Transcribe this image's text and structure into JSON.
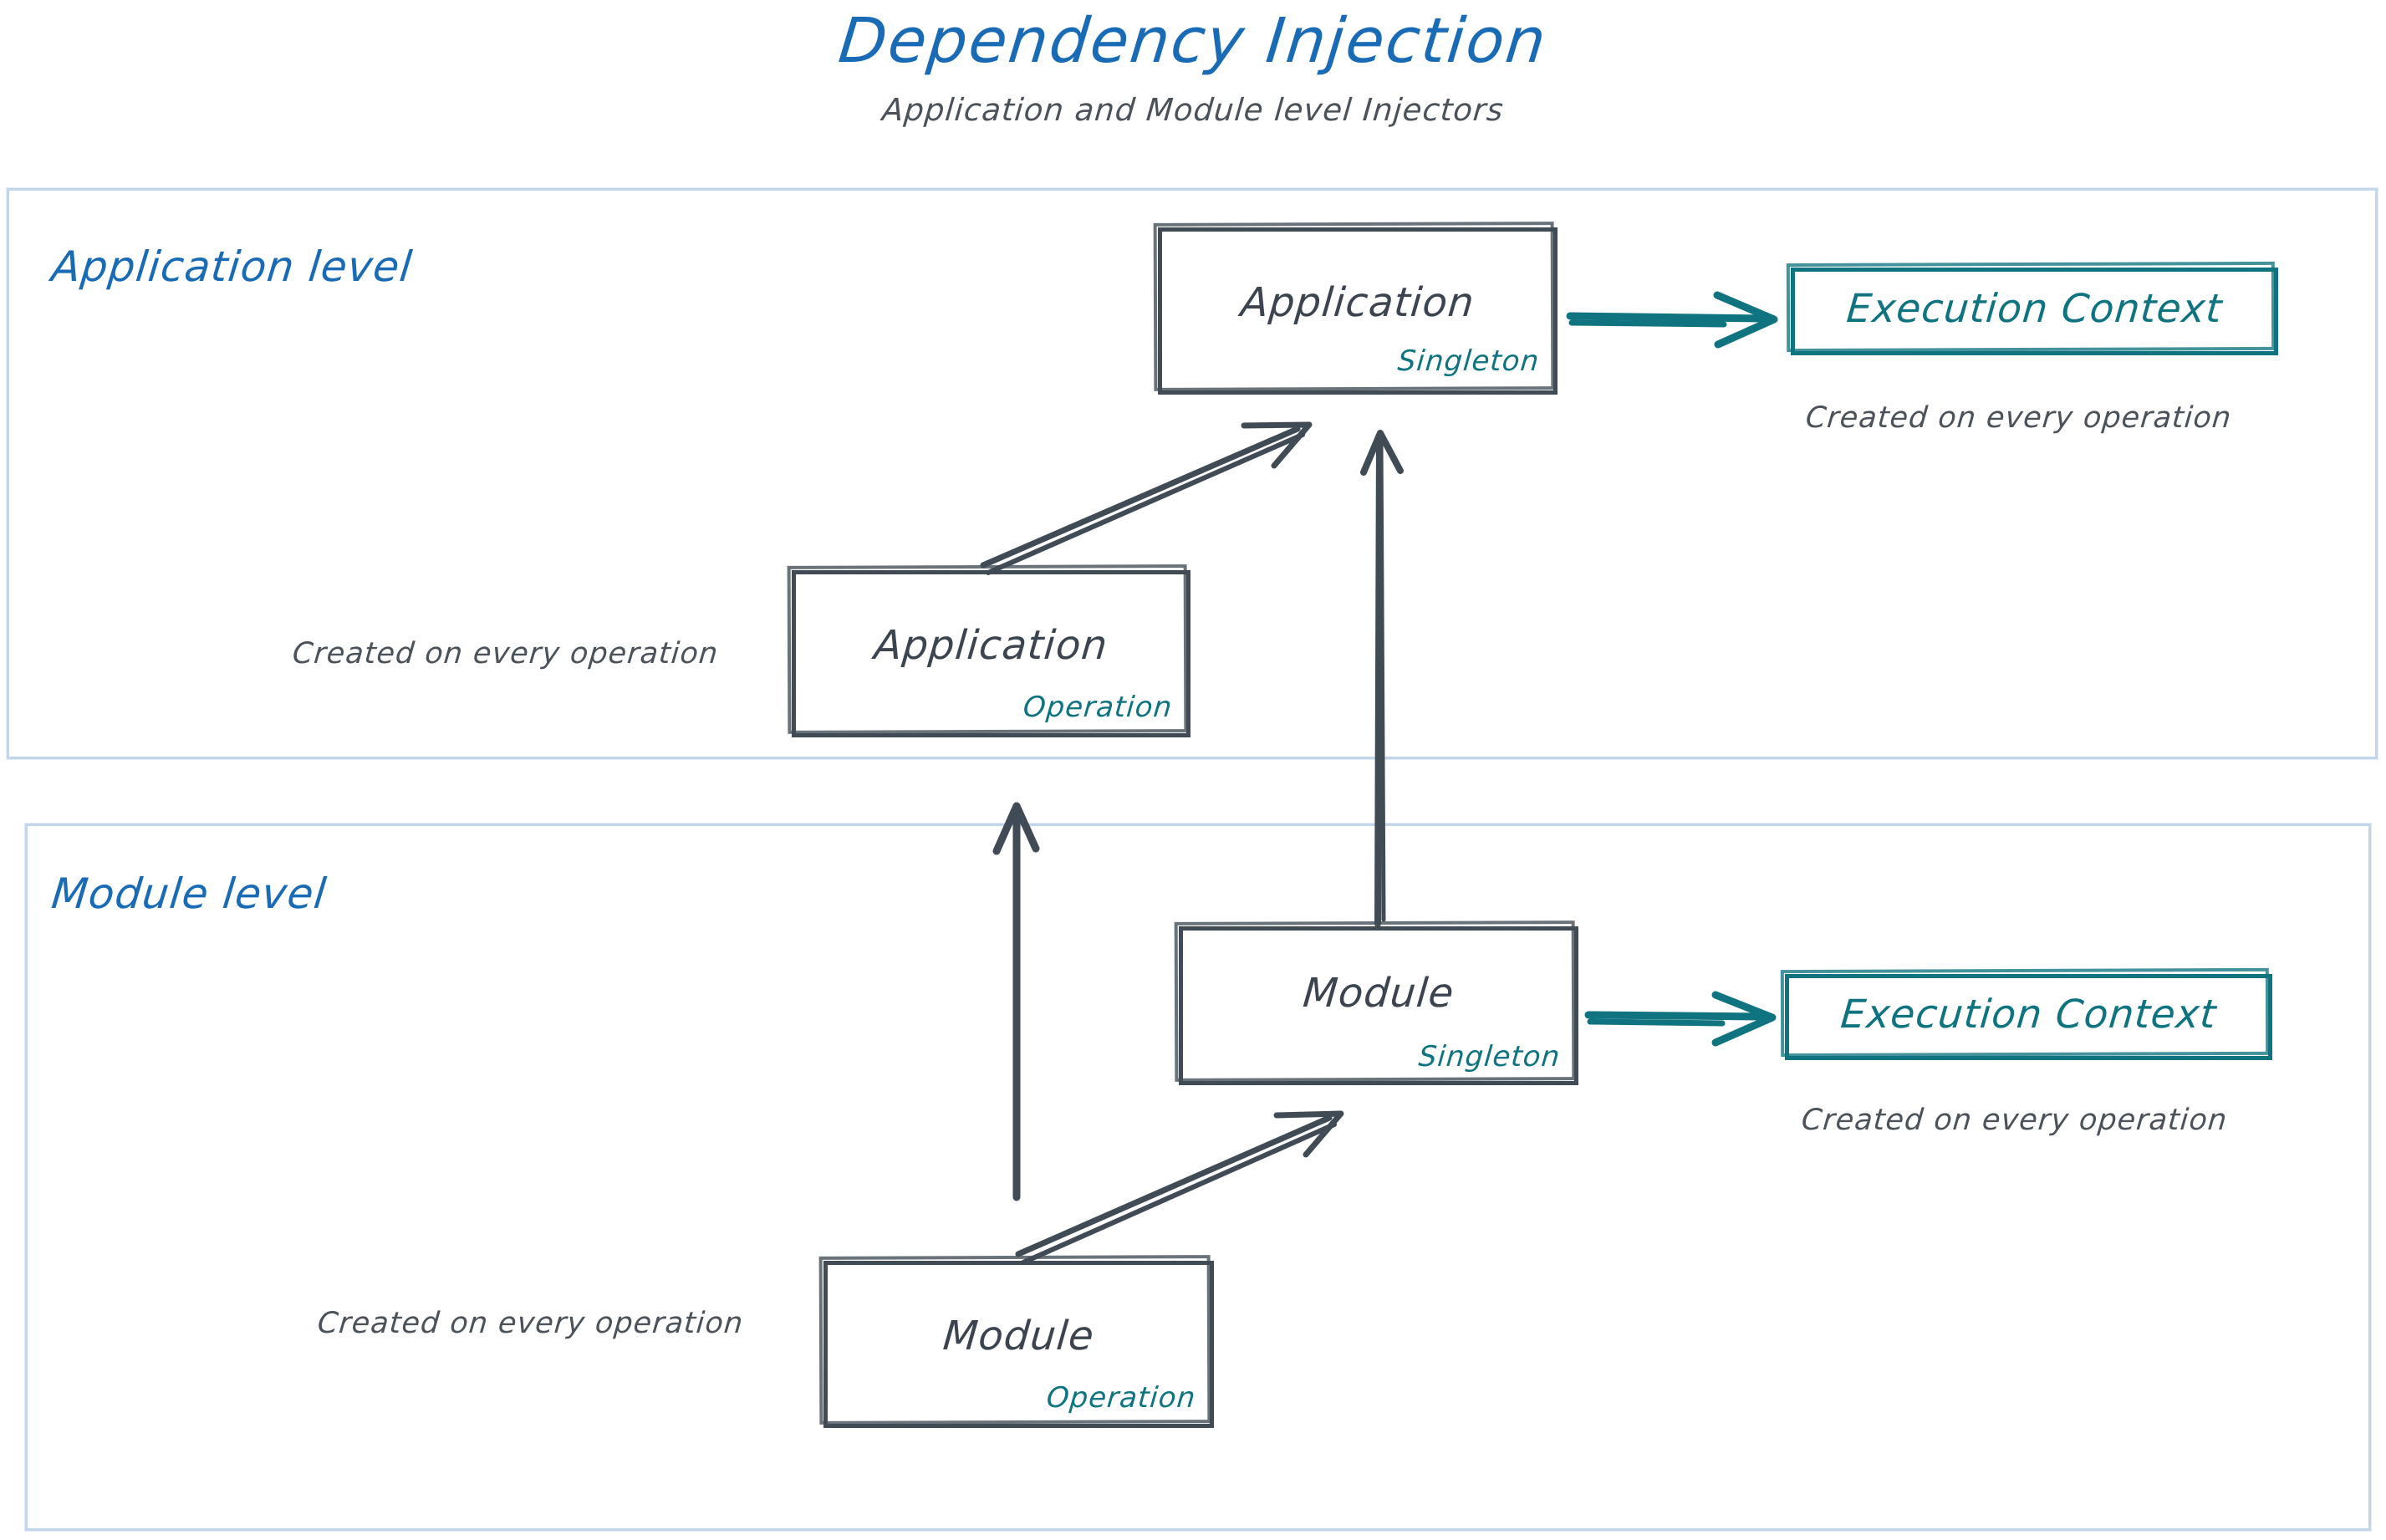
{
  "header": {
    "title": "Dependency Injection",
    "subtitle": "Application and Module level Injectors"
  },
  "colors": {
    "title_blue": "#1a6bb5",
    "panel_border": "#c3d5ea",
    "node_stroke": "#414b55",
    "teal": "#0f7380",
    "text_gray": "#4b5259",
    "background": "#ffffff"
  },
  "panels": [
    {
      "id": "application",
      "label": "Application level"
    },
    {
      "id": "module",
      "label": "Module level"
    }
  ],
  "nodes": {
    "app_singleton": {
      "title": "Application",
      "scope": "Singleton"
    },
    "app_operation": {
      "title": "Application",
      "scope": "Operation"
    },
    "exec_ctx_app": {
      "title": "Execution Context"
    },
    "module_singleton": {
      "title": "Module",
      "scope": "Singleton"
    },
    "module_operation": {
      "title": "Module",
      "scope": "Operation"
    },
    "exec_ctx_module": {
      "title": "Execution Context"
    }
  },
  "annotations": {
    "exec_ctx_app_note": "Created on every operation",
    "app_operation_note": "Created on every operation",
    "exec_ctx_module_note": "Created on every operation",
    "module_operation_note": "Created on every operation"
  },
  "edges": [
    {
      "from": "app_singleton",
      "to": "exec_ctx_app",
      "style": "teal-arrow",
      "direction": "right"
    },
    {
      "from": "app_operation",
      "to": "app_singleton",
      "style": "gray-arrow",
      "direction": "up-right"
    },
    {
      "from": "module_singleton",
      "to": "app_singleton",
      "style": "gray-arrow",
      "direction": "up"
    },
    {
      "from": "module_singleton",
      "to": "exec_ctx_module",
      "style": "teal-arrow",
      "direction": "right"
    },
    {
      "from": "module_operation",
      "to": "module_singleton",
      "style": "gray-arrow",
      "direction": "up-right"
    },
    {
      "from": "module_level",
      "to": "application_level",
      "style": "gray-arrow",
      "direction": "up"
    }
  ]
}
